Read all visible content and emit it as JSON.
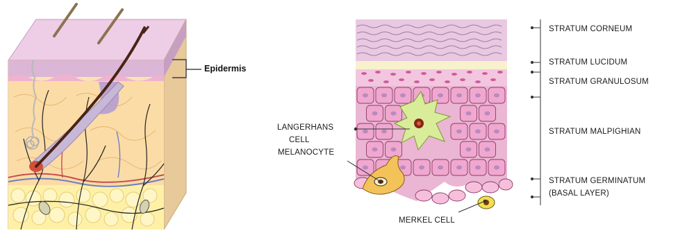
{
  "left_panel": {
    "epidermis_label": "Epidermis"
  },
  "right_panel": {
    "layers": [
      {
        "label": "STRATUM CORNEUM"
      },
      {
        "label": "STRATUM LUCIDUM"
      },
      {
        "label": "STRATUM GRANULOSUM"
      },
      {
        "label": "STRATUM MALPIGHIAN"
      },
      {
        "label": "STRATUM GERMINATUM"
      },
      {
        "label": "(BASAL LAYER)"
      }
    ],
    "cells": {
      "langerhans_line1": "LANGERHANS",
      "langerhans_line2": "CELL",
      "melanocyte": "MELANOCYTE",
      "merkel": "MERKEL CELL"
    }
  },
  "colors": {
    "corneum": "#e9c8e2",
    "lucidum": "#f7f2cc",
    "granulosum": "#f2c6de",
    "malpighian_cell": "#f0a8cf",
    "langerhans": "#d9ec9a",
    "melanocyte": "#f3c35a",
    "dermis": "#fbe3b2",
    "hair": "#4a2414"
  }
}
